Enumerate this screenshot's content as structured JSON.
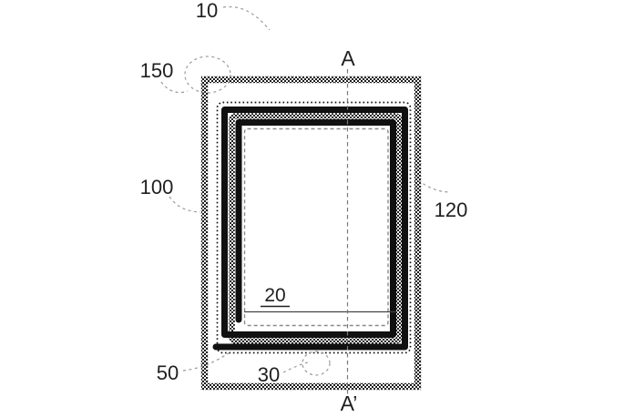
{
  "figure": {
    "reference_labels": {
      "r10": "10",
      "r150": "150",
      "r100": "100",
      "r120": "120",
      "r50": "50",
      "r30": "30",
      "r20": "20"
    },
    "section_labels": {
      "top": "A",
      "bottom": "A’"
    },
    "colors": {
      "ink": "#111111",
      "leader": "#9a9a9a",
      "dashed_inner": "#8a8a8a",
      "section_line": "#7a7a7a",
      "background": "#ffffff"
    }
  }
}
